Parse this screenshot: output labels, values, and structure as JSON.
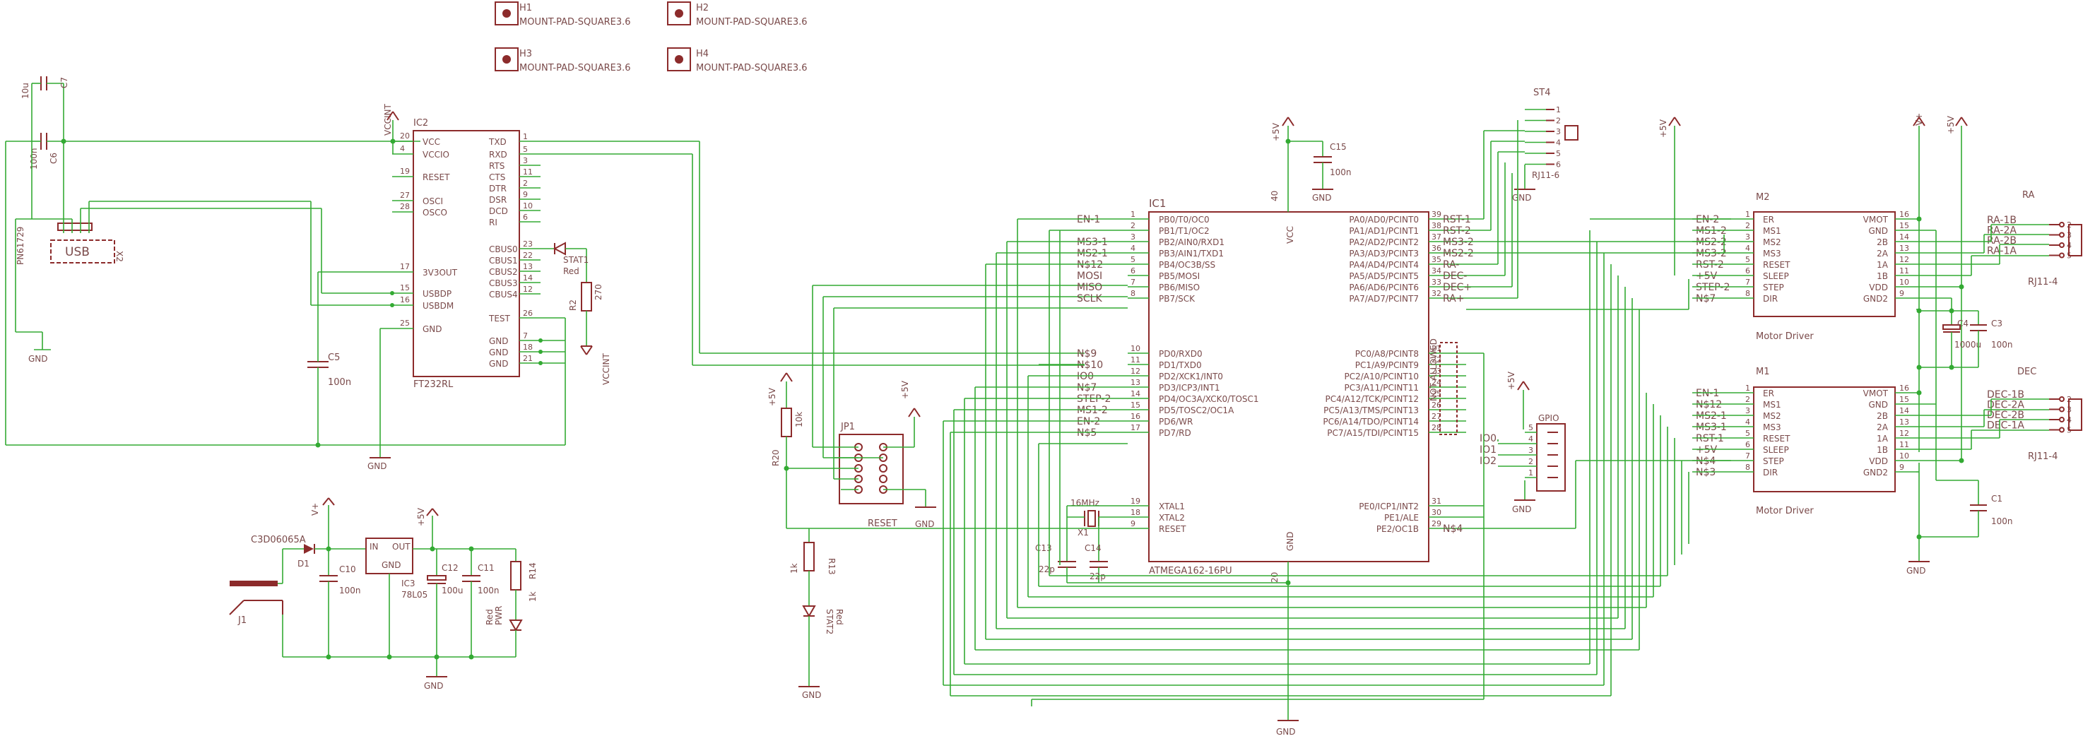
{
  "mounts": [
    {
      "ref": "H1",
      "value": "MOUNT-PAD-SQUARE3.6"
    },
    {
      "ref": "H2",
      "value": "MOUNT-PAD-SQUARE3.6"
    },
    {
      "ref": "H3",
      "value": "MOUNT-PAD-SQUARE3.6"
    },
    {
      "ref": "H4",
      "value": "MOUNT-PAD-SQUARE3.6"
    }
  ],
  "usb_section": {
    "c7": {
      "ref": "C7",
      "value": "10u"
    },
    "c6": {
      "ref": "C6",
      "value": "100n"
    },
    "usb_label": "USB",
    "x2": "X2",
    "pn_label": "PN61729",
    "gnd": "GND",
    "vccint": "VCCINT",
    "c5": {
      "ref": "C5",
      "value": "100n"
    },
    "gnd2": "GND"
  },
  "ic2": {
    "ref": "IC2",
    "part": "FT232RL",
    "left_pins": [
      {
        "name": "VCC",
        "num": "20"
      },
      {
        "name": "VCCIO",
        "num": "4"
      },
      {
        "name": "RESET",
        "num": "19"
      },
      {
        "name": "OSCI",
        "num": "27"
      },
      {
        "name": "OSCO",
        "num": "28"
      },
      {
        "name": "3V3OUT",
        "num": "17"
      },
      {
        "name": "USBDP",
        "num": "15"
      },
      {
        "name": "USBDM",
        "num": "16"
      },
      {
        "name": "GND",
        "num": "25"
      }
    ],
    "right_pins": [
      {
        "name": "TXD",
        "num": "1"
      },
      {
        "name": "RXD",
        "num": "5"
      },
      {
        "name": "RTS",
        "num": "3"
      },
      {
        "name": "CTS",
        "num": "11"
      },
      {
        "name": "DTR",
        "num": "2"
      },
      {
        "name": "DSR",
        "num": "9"
      },
      {
        "name": "DCD",
        "num": "10"
      },
      {
        "name": "RI",
        "num": "6"
      },
      {
        "name": "CBUS0",
        "num": "23"
      },
      {
        "name": "CBUS1",
        "num": "22"
      },
      {
        "name": "CBUS2",
        "num": "13"
      },
      {
        "name": "CBUS3",
        "num": "14"
      },
      {
        "name": "CBUS4",
        "num": "12"
      },
      {
        "name": "TEST",
        "num": "26"
      },
      {
        "name": "GND",
        "num": "7"
      },
      {
        "name": "GND",
        "num": "18"
      },
      {
        "name": "GND",
        "num": "21"
      }
    ],
    "gnd": "GND"
  },
  "stat": {
    "led": "STAT1",
    "color": "Red",
    "r2": "R2",
    "r2v": "270",
    "vccint": "VCCINT"
  },
  "power": {
    "d1_part": "C3D06065A",
    "d1": "D1",
    "vplus": "V+",
    "plus5": "+5V",
    "c10": {
      "ref": "C10",
      "value": "100n"
    },
    "ic3": {
      "ref": "IC3",
      "part": "78L05",
      "in": "IN",
      "out": "OUT",
      "gnd": "GND"
    },
    "c12": {
      "ref": "C12",
      "value": "100u"
    },
    "c11": {
      "ref": "C11",
      "value": "100n"
    },
    "r14": {
      "ref": "R14",
      "value": "1k"
    },
    "led": {
      "ref": "PWR",
      "color": "Red"
    },
    "j1": "J1",
    "gnd": "GND"
  },
  "ic1": {
    "ref": "IC1",
    "part": "ATMEGA162-16PU",
    "vcc": "VCC",
    "gnd": "GND",
    "pin40": "40",
    "pin20": "20",
    "left_pins": [
      {
        "net": "EN-1",
        "name": "PB0/T0/OC0",
        "num": "1"
      },
      {
        "net": "",
        "name": "PB1/T1/OC2",
        "num": "2"
      },
      {
        "net": "MS3-1",
        "name": "PB2/AIN0/RXD1",
        "num": "3"
      },
      {
        "net": "MS2-1",
        "name": "PB3/AIN1/TXD1",
        "num": "4"
      },
      {
        "net": "N$12",
        "name": "PB4/OC3B/SS",
        "num": "5"
      },
      {
        "net": "MOSI",
        "name": "PB5/MOSI",
        "num": "6"
      },
      {
        "net": "MISO",
        "name": "PB6/MISO",
        "num": "7"
      },
      {
        "net": "SCLK",
        "name": "PB7/SCK",
        "num": "8"
      },
      {
        "net": "N$9",
        "name": "PD0/RXD0",
        "num": "10"
      },
      {
        "net": "N$10",
        "name": "PD1/TXD0",
        "num": "11"
      },
      {
        "net": "IO0",
        "name": "PD2/XCK1/INT0",
        "num": "12"
      },
      {
        "net": "N$7",
        "name": "PD3/ICP3/INT1",
        "num": "13"
      },
      {
        "net": "STEP-2",
        "name": "PD4/OC3A/XCK0/TOSC1",
        "num": "14"
      },
      {
        "net": "MS1-2",
        "name": "PD5/TOSC2/OC1A",
        "num": "15"
      },
      {
        "net": "EN-2",
        "name": "PD6/WR",
        "num": "16"
      },
      {
        "net": "N$5",
        "name": "PD7/RD",
        "num": "17"
      },
      {
        "net": "",
        "name": "XTAL1",
        "num": "19"
      },
      {
        "net": "",
        "name": "XTAL2",
        "num": "18"
      },
      {
        "net": "",
        "name": "RESET",
        "num": "9"
      }
    ],
    "right_pins": [
      {
        "net": "RST-1",
        "name": "PA0/AD0/PCINT0",
        "num": "39"
      },
      {
        "net": "RST-2",
        "name": "PA1/AD1/PCINT1",
        "num": "38"
      },
      {
        "net": "MS3-2",
        "name": "PA2/AD2/PCINT2",
        "num": "37"
      },
      {
        "net": "MS2-2",
        "name": "PA3/AD3/PCINT3",
        "num": "36"
      },
      {
        "net": "RA-",
        "name": "PA4/AD4/PCINT4",
        "num": "35"
      },
      {
        "net": "DEC-",
        "name": "PA5/AD5/PCINT5",
        "num": "34"
      },
      {
        "net": "DEC+",
        "name": "PA6/AD6/PCINT6",
        "num": "33"
      },
      {
        "net": "RA+",
        "name": "PA7/AD7/PCINT7",
        "num": "32"
      },
      {
        "net": "",
        "name": "PC0/A8/PCINT8",
        "num": "21"
      },
      {
        "net": "",
        "name": "PC1/A9/PCINT9",
        "num": "22"
      },
      {
        "net": "",
        "name": "PC2/A10/PCINT10",
        "num": "23"
      },
      {
        "net": "",
        "name": "PC3/A11/PCINT11",
        "num": "24"
      },
      {
        "net": "",
        "name": "PC4/A12/TCK/PCINT12",
        "num": "25"
      },
      {
        "net": "",
        "name": "PC5/A13/TMS/PCINT13",
        "num": "26"
      },
      {
        "net": "",
        "name": "PC6/A14/TDO/PCINT14",
        "num": "27"
      },
      {
        "net": "",
        "name": "PC7/A15/TDI/PCINT15",
        "num": "28"
      },
      {
        "net": "",
        "name": "PE0/ICP1/INT2",
        "num": "31"
      },
      {
        "net": "",
        "name": "PE1/ALE",
        "num": "30"
      },
      {
        "net": "N$4",
        "name": "PE2/OC1B",
        "num": "29"
      }
    ],
    "not_allowed": "NOT ALLOWED",
    "plus5": "+5V",
    "c15": {
      "ref": "C15",
      "value": "100n"
    },
    "gnd_bottom": "GND"
  },
  "crystal": {
    "ref": "X1",
    "freq": "16MHz",
    "c13": {
      "ref": "C13",
      "value": "22p"
    },
    "c14": {
      "ref": "C14",
      "value": "22p"
    }
  },
  "isp": {
    "ref": "JP1",
    "plus5": "+5V",
    "r20": {
      "ref": "R20",
      "value": "10k"
    },
    "plus5b": "+5V",
    "reset": "RESET",
    "gnd": "GND"
  },
  "stat2": {
    "r13": {
      "ref": "R13",
      "value": "1k"
    },
    "led": {
      "ref": "STAT2",
      "color": "Red"
    },
    "gnd": "GND"
  },
  "st4": {
    "ref": "ST4",
    "part": "RJ11-6",
    "pins": [
      "1",
      "2",
      "3",
      "4",
      "5",
      "6"
    ],
    "gnd": "GND"
  },
  "gpio": {
    "ref": "GPIO",
    "plus5": "+5V",
    "pins": [
      "5",
      "4",
      "3",
      "2",
      "1"
    ],
    "nets": [
      "IO0",
      "IO1",
      "IO2"
    ],
    "gnd": "GND"
  },
  "m2": {
    "ref": "M2",
    "label": "Motor Driver",
    "left": [
      {
        "net": "EN-2",
        "name": "ER",
        "num": "1"
      },
      {
        "net": "MS1-2",
        "name": "MS1",
        "num": "2"
      },
      {
        "net": "MS2-2",
        "name": "MS2",
        "num": "3"
      },
      {
        "net": "MS3-2",
        "name": "MS3",
        "num": "4"
      },
      {
        "net": "RST-2",
        "name": "RESET",
        "num": "5"
      },
      {
        "net": "+5V",
        "name": "SLEEP",
        "num": "6"
      },
      {
        "net": "STEP-2",
        "name": "STEP",
        "num": "7"
      },
      {
        "net": "N$7",
        "name": "DIR",
        "num": "8"
      }
    ],
    "right": [
      {
        "name": "VMOT",
        "num": "16"
      },
      {
        "name": "GND",
        "num": "15"
      },
      {
        "name": "2B",
        "num": "14"
      },
      {
        "name": "2A",
        "num": "13"
      },
      {
        "name": "1A",
        "num": "12"
      },
      {
        "name": "1B",
        "num": "11"
      },
      {
        "name": "VDD",
        "num": "10"
      },
      {
        "name": "GND2",
        "num": "9"
      }
    ]
  },
  "m1": {
    "ref": "M1",
    "label": "Motor Driver",
    "left": [
      {
        "net": "EN-1",
        "name": "ER",
        "num": "1"
      },
      {
        "net": "N$12",
        "name": "MS1",
        "num": "2"
      },
      {
        "net": "MS2-1",
        "name": "MS2",
        "num": "3"
      },
      {
        "net": "MS3-1",
        "name": "MS3",
        "num": "4"
      },
      {
        "net": "RST-1",
        "name": "RESET",
        "num": "5"
      },
      {
        "net": "+5V",
        "name": "SLEEP",
        "num": "6"
      },
      {
        "net": "N$4",
        "name": "STEP",
        "num": "7"
      },
      {
        "net": "N$3",
        "name": "DIR",
        "num": "8"
      }
    ],
    "right": [
      {
        "name": "VMOT",
        "num": "16"
      },
      {
        "name": "GND",
        "num": "15"
      },
      {
        "name": "2B",
        "num": "14"
      },
      {
        "name": "2A",
        "num": "13"
      },
      {
        "name": "1A",
        "num": "12"
      },
      {
        "name": "1B",
        "num": "11"
      },
      {
        "name": "VDD",
        "num": "10"
      },
      {
        "name": "GND2",
        "num": "9"
      }
    ]
  },
  "right_power": {
    "plus5a": "+5V",
    "vplus": "V+",
    "plus5b": "+5V",
    "c4": {
      "ref": "C4",
      "value": "1000u"
    },
    "c3": {
      "ref": "C3",
      "value": "100n"
    },
    "c1": {
      "ref": "C1",
      "value": "100n"
    },
    "gnd": "GND"
  },
  "ra": {
    "title": "RA",
    "part": "RJ11-4",
    "nets": [
      "RA-1B",
      "RA-2A",
      "RA-2B",
      "RA-1A"
    ],
    "pins": [
      "2",
      "3",
      "4",
      "5"
    ]
  },
  "dec": {
    "title": "DEC",
    "part": "RJ11-4",
    "nets": [
      "DEC-1B",
      "DEC-2A",
      "DEC-2B",
      "DEC-1A"
    ],
    "pins": [
      "2",
      "3",
      "4",
      "5"
    ]
  }
}
